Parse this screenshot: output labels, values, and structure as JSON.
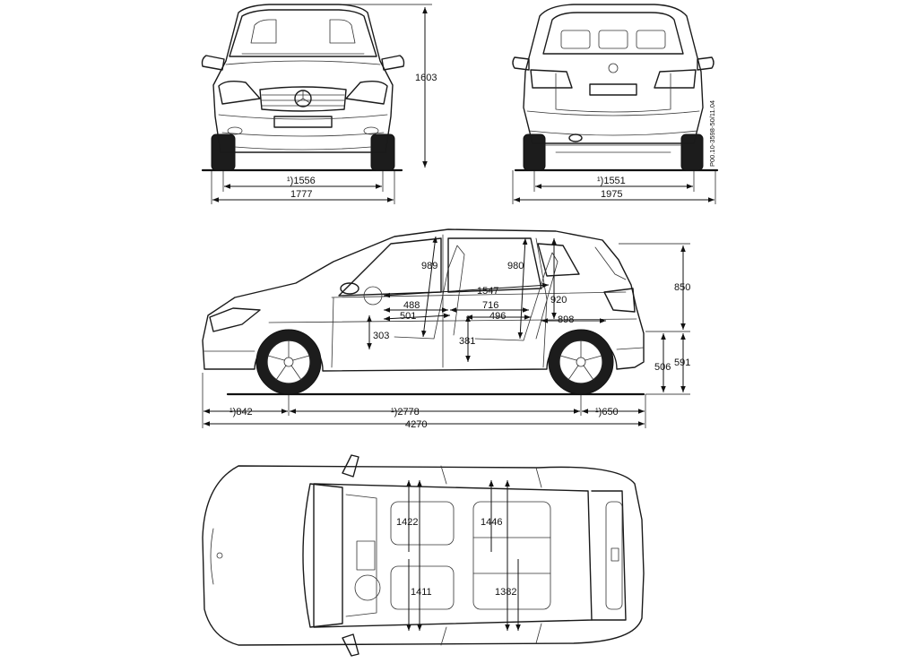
{
  "document_code": "P00.10-3598-50/11.04",
  "front_view": {
    "height": "1603",
    "track": "¹)1556",
    "width": "1777"
  },
  "rear_view": {
    "track": "¹)1551",
    "width_with_mirrors": "1975"
  },
  "side_view": {
    "front_headroom": "989",
    "rear_headroom": "980",
    "cabin_length": "1547",
    "rear_shoulder": "920",
    "front_seat_depth": "488",
    "front_legroom": "501",
    "rear_seat_depth": "716",
    "rear_legroom": "496",
    "rear_passage": "898",
    "front_seat_height": "303",
    "rear_seat_height": "381",
    "tailgate_height": "850",
    "loading_sill": "506",
    "rear_bumper_height": "591",
    "front_overhang": "¹)842",
    "wheelbase": "¹)2778",
    "rear_overhang": "¹)650",
    "overall_length": "4270"
  },
  "top_view": {
    "front_elbow_width": "1422",
    "rear_elbow_width": "1446",
    "front_hip_width": "1411",
    "rear_hip_width": "1382"
  }
}
